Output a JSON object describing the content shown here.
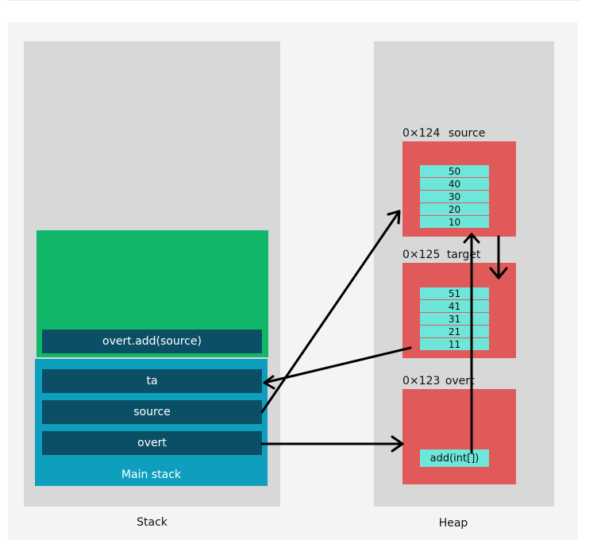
{
  "stack": {
    "caption": "Stack",
    "frame": "overt.add(source)",
    "main_caption": "Main stack",
    "slots": [
      "ta",
      "source",
      "overt"
    ]
  },
  "heap": {
    "caption": "Heap",
    "objects": [
      {
        "address": "0×124",
        "name": "source",
        "values": [
          "50",
          "40",
          "30",
          "20",
          "10"
        ]
      },
      {
        "address": "0×125",
        "name": "target",
        "values": [
          "51",
          "41",
          "31",
          "21",
          "11"
        ]
      },
      {
        "address": "0×123",
        "name": "overt",
        "method": "add(int[])"
      }
    ]
  },
  "colors": {
    "frame_green": "#12b76a",
    "main_stack_blue": "#0e9fbf",
    "slot_dark": "#0b4f67",
    "object_red": "#e05a5a",
    "cell_cyan": "#6ee7da"
  }
}
